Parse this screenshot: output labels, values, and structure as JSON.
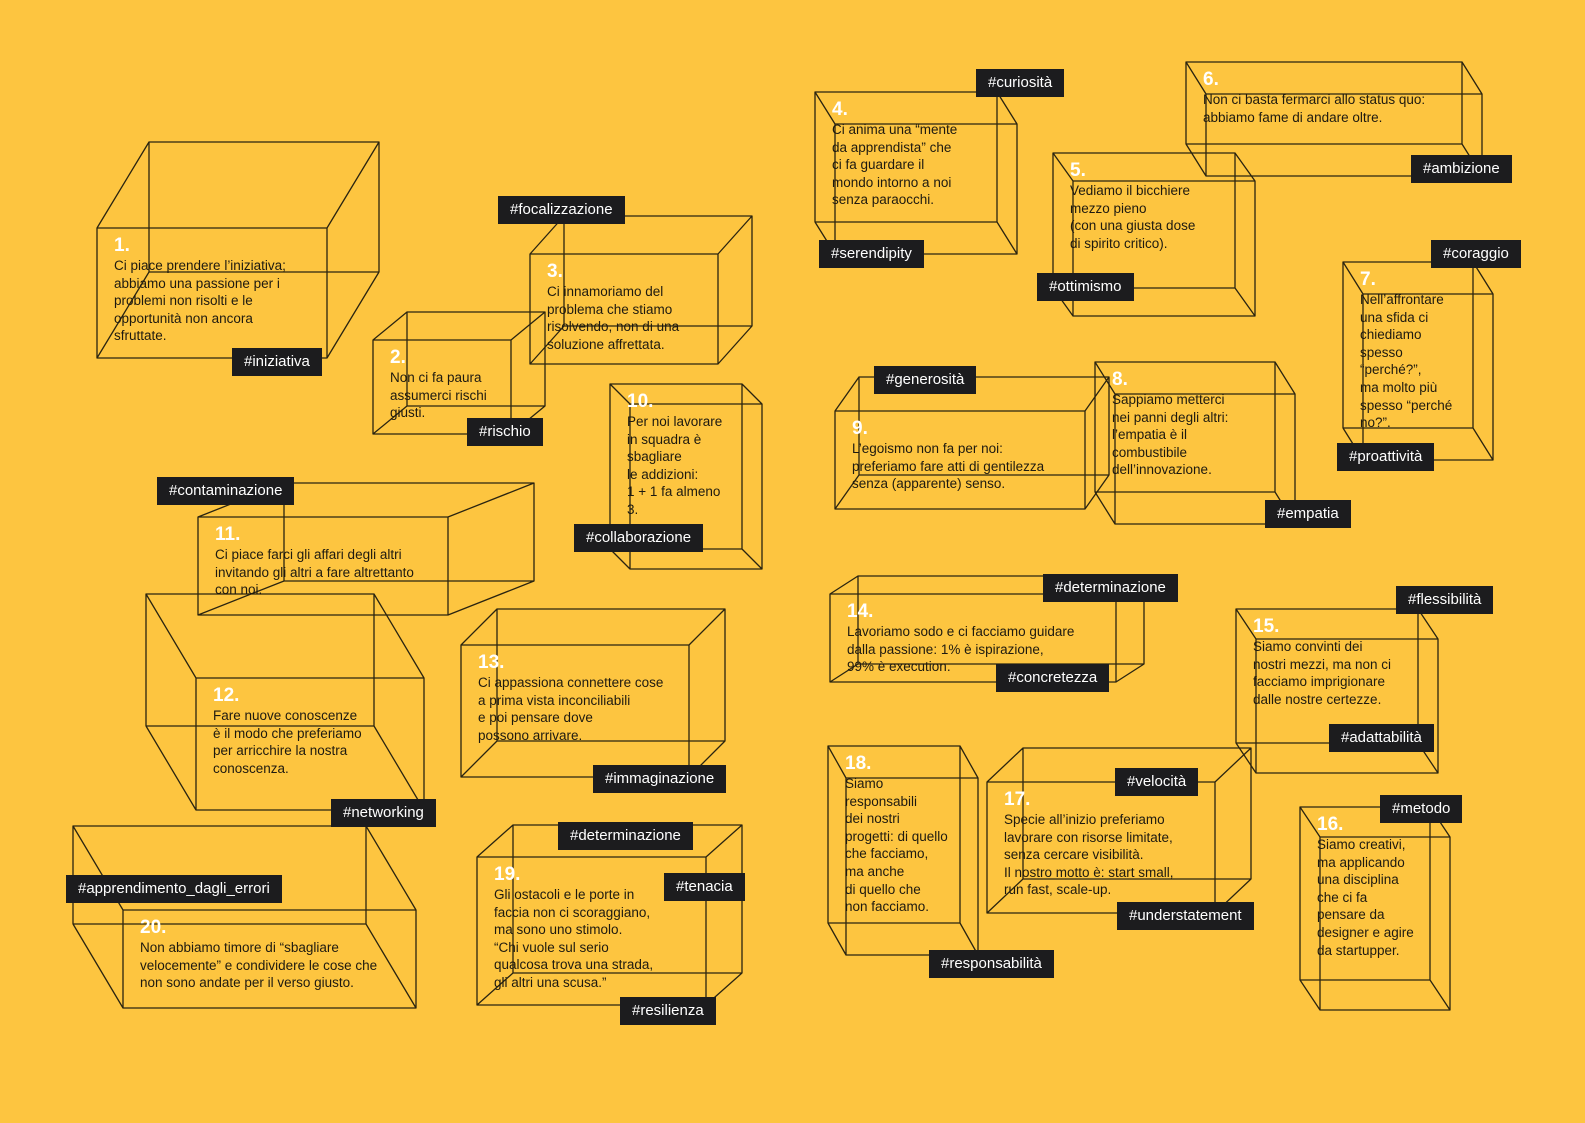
{
  "values": [
    {
      "id": 1,
      "number": "1.",
      "text": "Ci piace prendere l’iniziativa;\nabbiamo una passione per i\nproblemi non risolti e le\nopportunità non ancora\nsfruttate.",
      "tags": [
        "#iniziativa"
      ]
    },
    {
      "id": 2,
      "number": "2.",
      "text": "Non ci fa paura\nassumerci rischi\ngiusti.",
      "tags": [
        "#rischio"
      ]
    },
    {
      "id": 3,
      "number": "3.",
      "text": "Ci innamoriamo del\nproblema che stiamo\nrisolvendo, non di una\nsoluzione affrettata.",
      "tags": [
        "#focalizzazione"
      ]
    },
    {
      "id": 4,
      "number": "4.",
      "text": "Ci anima una “mente\nda apprendista” che\nci fa guardare il\nmondo intorno a noi\nsenza paraocchi.",
      "tags": [
        "#curiosità",
        "#serendipity"
      ]
    },
    {
      "id": 5,
      "number": "5.",
      "text": "Vediamo il bicchiere\nmezzo pieno\n(con una giusta dose\ndi spirito critico).",
      "tags": [
        "#ottimismo"
      ]
    },
    {
      "id": 6,
      "number": "6.",
      "text": "Non ci basta fermarci allo status quo:\nabbiamo fame di andare oltre.",
      "tags": [
        "#ambizione"
      ]
    },
    {
      "id": 7,
      "number": "7.",
      "text": "Nell’affrontare\nuna sfida ci\nchiediamo\nspesso “perché?”,\nma molto più\nspesso “perché\nno?”.",
      "tags": [
        "#coraggio",
        "#proattività"
      ]
    },
    {
      "id": 8,
      "number": "8.",
      "text": "Sappiamo metterci\nnei panni degli altri:\nl’empatia è il\ncombustibile\ndell’innovazione.",
      "tags": [
        "#empatia"
      ]
    },
    {
      "id": 9,
      "number": "9.",
      "text": "L’egoismo non fa per noi:\npreferiamo fare atti di gentilezza\nsenza (apparente) senso.",
      "tags": [
        "#generosità"
      ]
    },
    {
      "id": 10,
      "number": "10.",
      "text": "Per noi lavorare\nin squadra è\nsbagliare\nle addizioni:\n1 + 1 fa almeno\n3.",
      "tags": [
        "#collaborazione"
      ]
    },
    {
      "id": 11,
      "number": "11.",
      "text": "Ci piace farci gli affari degli altri\ninvitando gli altri a fare altrettanto\ncon noi.",
      "tags": [
        "#contaminazione"
      ]
    },
    {
      "id": 12,
      "number": "12.",
      "text": "Fare nuove conoscenze\nè il modo che preferiamo\nper arricchire la nostra\nconoscenza.",
      "tags": [
        "#networking"
      ]
    },
    {
      "id": 13,
      "number": "13.",
      "text": "Ci appassiona connettere cose\na prima vista inconciliabili\ne poi pensare dove\npossono arrivare.",
      "tags": [
        "#immaginazione"
      ]
    },
    {
      "id": 14,
      "number": "14.",
      "text": "Lavoriamo sodo e ci facciamo guidare\ndalla passione: 1% è ispirazione,\n99% è execution.",
      "tags": [
        "#determinazione",
        "#concretezza"
      ]
    },
    {
      "id": 15,
      "number": "15.",
      "text": "Siamo convinti dei\nnostri mezzi, ma non ci\nfacciamo imprigionare\ndalle nostre certezze.",
      "tags": [
        "#flessibilità",
        "#adattabilità"
      ]
    },
    {
      "id": 16,
      "number": "16.",
      "text": "Siamo creativi,\nma applicando\nuna disciplina\nche ci fa\npensare da\ndesigner e agire\nda startupper.",
      "tags": [
        "#metodo"
      ]
    },
    {
      "id": 17,
      "number": "17.",
      "text": "Specie all’inizio preferiamo\nlavorare con risorse limitate,\nsenza cercare visibilità.\nIl nostro motto è: start small,\nrun fast, scale-up.",
      "tags": [
        "#velocità",
        "#understatement"
      ]
    },
    {
      "id": 18,
      "number": "18.",
      "text": "Siamo\nresponsabili\ndei nostri\nprogetti: di quello\nche facciamo,\nma anche\ndi quello che\nnon facciamo.",
      "tags": [
        "#responsabilità"
      ]
    },
    {
      "id": 19,
      "number": "19.",
      "text": "Gli ostacoli e le porte in\nfaccia non ci scoraggiano,\nma sono uno stimolo.\n“Chi vuole sul serio\nqualcosa trova una strada,\ngli altri una scusa.”",
      "tags": [
        "#determinazione",
        "#tenacia",
        "#resilienza"
      ]
    },
    {
      "id": 20,
      "number": "20.",
      "text": "Non abbiamo timore di “sbagliare\nvelocemente” e condividere le cose che\nnon sono andate per il verso giusto.",
      "tags": [
        "#apprendimento_dagli_errori"
      ]
    }
  ]
}
